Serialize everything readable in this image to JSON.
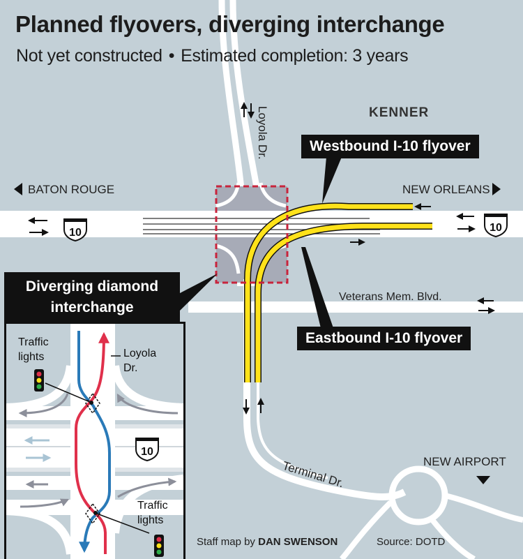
{
  "header": {
    "title": "Planned flyovers, diverging interchange",
    "subtitle_left": "Not yet constructed",
    "subtitle_separator": "•",
    "subtitle_right": "Estimated completion: 3 years"
  },
  "places": {
    "kenner": "KENNER",
    "baton_rouge": "BATON ROUGE",
    "new_orleans": "NEW ORLEANS",
    "new_airport": "NEW AIRPORT"
  },
  "roads": {
    "loyola": "Loyola Dr.",
    "veterans": "Veterans Mem. Blvd.",
    "terminal": "Terminal Dr.",
    "interstate_number": "10"
  },
  "callouts": {
    "westbound": "Westbound I-10 flyover",
    "eastbound": "Eastbound I-10 flyover"
  },
  "inset": {
    "title_line1": "Diverging diamond",
    "title_line2": "interchange",
    "traffic_top_line1": "Traffic",
    "traffic_top_line2": "lights",
    "loyola_line1": "Loyola",
    "loyola_line2": "Dr.",
    "traffic_bottom_line1": "Traffic",
    "traffic_bottom_line2": "lights"
  },
  "credit": {
    "prefix": "Staff map by ",
    "author": "DAN SWENSON",
    "source": "Source: DOTD"
  },
  "colors": {
    "background": "#c3d0d7",
    "road": "#ffffff",
    "flyover": "#ffe21a",
    "highlight_box": "#c8243c",
    "interchange_fill": "#a7abb7",
    "northbound": "#e0304b",
    "southbound": "#2a7ab8",
    "inset_ramps": "#8c8f9a"
  }
}
